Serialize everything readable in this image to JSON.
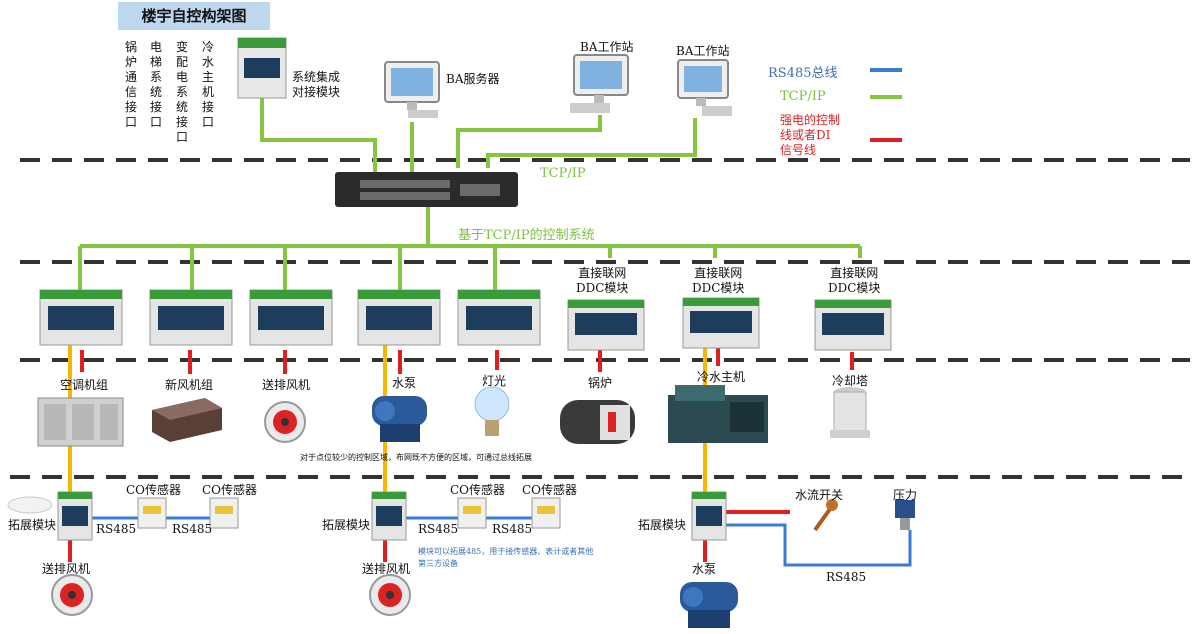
{
  "title": "楼宇自控构架图",
  "interfaces": [
    "锅炉通信接口",
    "电梯系统接口",
    "变配电系统接口",
    "冷水主机接口"
  ],
  "integration_module": "系统集成\n对接模块",
  "ba_server": "BA服务器",
  "ba_workstation_1": "BA工作站",
  "ba_workstation_2": "BA工作站",
  "legend": {
    "rs485": "RS485总线",
    "tcpip": "TCP/IP",
    "power": "强电的控制线或者DI信号线",
    "colors": {
      "rs485": "#3a7bd5",
      "tcpip": "#86c540",
      "power": "#e02020",
      "sensor_line": "#f5b800"
    }
  },
  "switch_label": "TCP/IP",
  "control_system_label": "基于TCP/IP的控制系统",
  "ddc_modules": [
    "直接联网\nDDC模块",
    "直接联网\nDDC模块",
    "直接联网\nDDC模块"
  ],
  "devices": [
    "空调机组",
    "新风机组",
    "送排风机",
    "水泵",
    "灯光",
    "锅炉",
    "冷水主机",
    "冷却塔"
  ],
  "note_1": "对于点位较少的控制区域，布网既不方便的区域，可通过总线拓展",
  "expansion": {
    "label": "拓展模块",
    "rs485": "RS485",
    "co_sensor": "CO传感器",
    "fan": "送排风机",
    "pump": "水泵",
    "flow_switch": "水流开关",
    "pressure": "压力",
    "note_2": "模块可以拓展485，用于接传感器、表计或者其他第三方设备"
  }
}
